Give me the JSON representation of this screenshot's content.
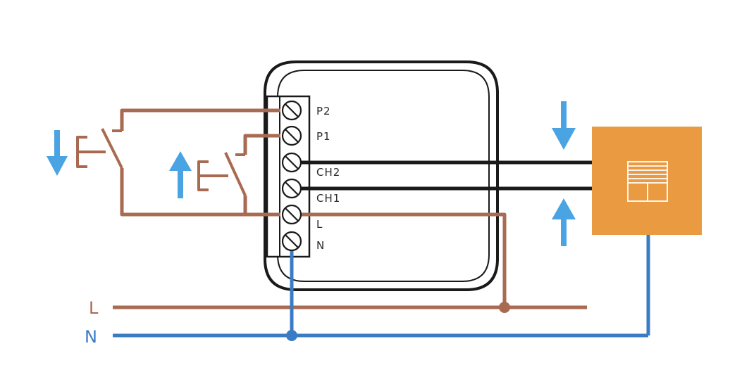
{
  "terminals": {
    "p2": "P2",
    "p1": "P1",
    "ch2": "CH2",
    "ch1": "CH1",
    "l": "L",
    "n": "N"
  },
  "rails": {
    "live": "L",
    "neutral": "N"
  },
  "icons": {
    "switch_down": "arrow-down-icon",
    "switch_up": "arrow-up-icon",
    "shutter_up": "arrow-down-icon",
    "shutter_down": "arrow-up-icon",
    "blind": "roller-blind-icon"
  },
  "colors": {
    "live_wire": "#a86a50",
    "neutral_wire": "#3a7cc4",
    "motor_wire": "#1a1a1a",
    "arrow": "#4aa3e2",
    "device_box": "#ea9a40",
    "module_outline": "#1a1a1a"
  }
}
